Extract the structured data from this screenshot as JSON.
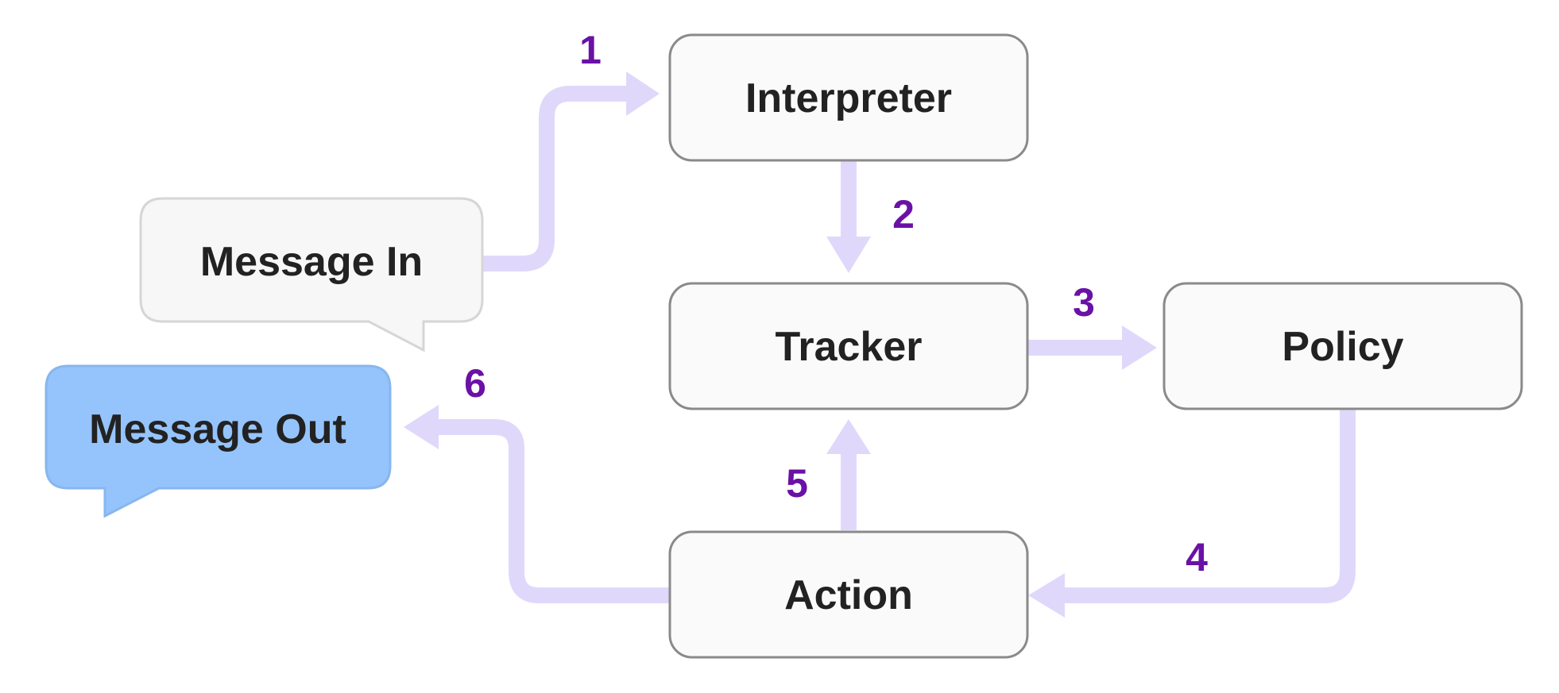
{
  "nodes": {
    "interpreter": "Interpreter",
    "tracker": "Tracker",
    "policy": "Policy",
    "action": "Action",
    "message_in": "Message In",
    "message_out": "Message Out"
  },
  "steps": [
    "1",
    "2",
    "3",
    "4",
    "5",
    "6"
  ],
  "colors": {
    "arrow": "#E0D8FB",
    "step_number": "#6A11A6",
    "box_fill": "#FAFAFA",
    "box_stroke": "#8A8A8A",
    "bubble_in_fill": "#F7F7F7",
    "bubble_in_stroke": "#D6D6D6",
    "bubble_out_fill": "#95C4FC",
    "bubble_out_stroke": "#88B6EE",
    "text": "#222222"
  }
}
